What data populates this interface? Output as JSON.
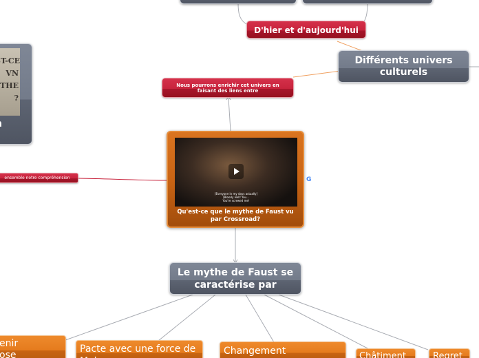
{
  "mindmap": {
    "central": {
      "caption": "Qu'est-ce que le mythe de Faust vu par Crossroad?",
      "video_subtitle_1": "[Everyone in my days actually]",
      "video_subtitle_2": "[Bloody Hell! You...",
      "video_subtitle_3": "You're screwed me!"
    },
    "main_topic": "Le mythe de Faust se caractérise par",
    "univers": "Différents univers culturels",
    "hier": "D'hier et d'aujourd'hui",
    "enrichir": "Nous pourrons enrichir cet univers en faisant des liens entre",
    "left_branch": "ensemble notre compréhension",
    "left_card": {
      "thumb_text": "ST-CE\nVN\nTHE\n?",
      "label": "n"
    },
    "sub_topics": [
      {
        "label": "enir\nose"
      },
      {
        "label": "Pacte avec une force de Mal"
      },
      {
        "label": "Changement"
      },
      {
        "label": "Châtiment"
      },
      {
        "label": "Regret"
      }
    ],
    "google_icon": "G"
  },
  "colors": {
    "gray_node": "#737b8a",
    "red_node": "#c8243d",
    "orange_node": "#e57b1d",
    "connector_orange": "#f0a060",
    "connector_gray": "#a9acb3",
    "connector_red": "#c8243d"
  }
}
